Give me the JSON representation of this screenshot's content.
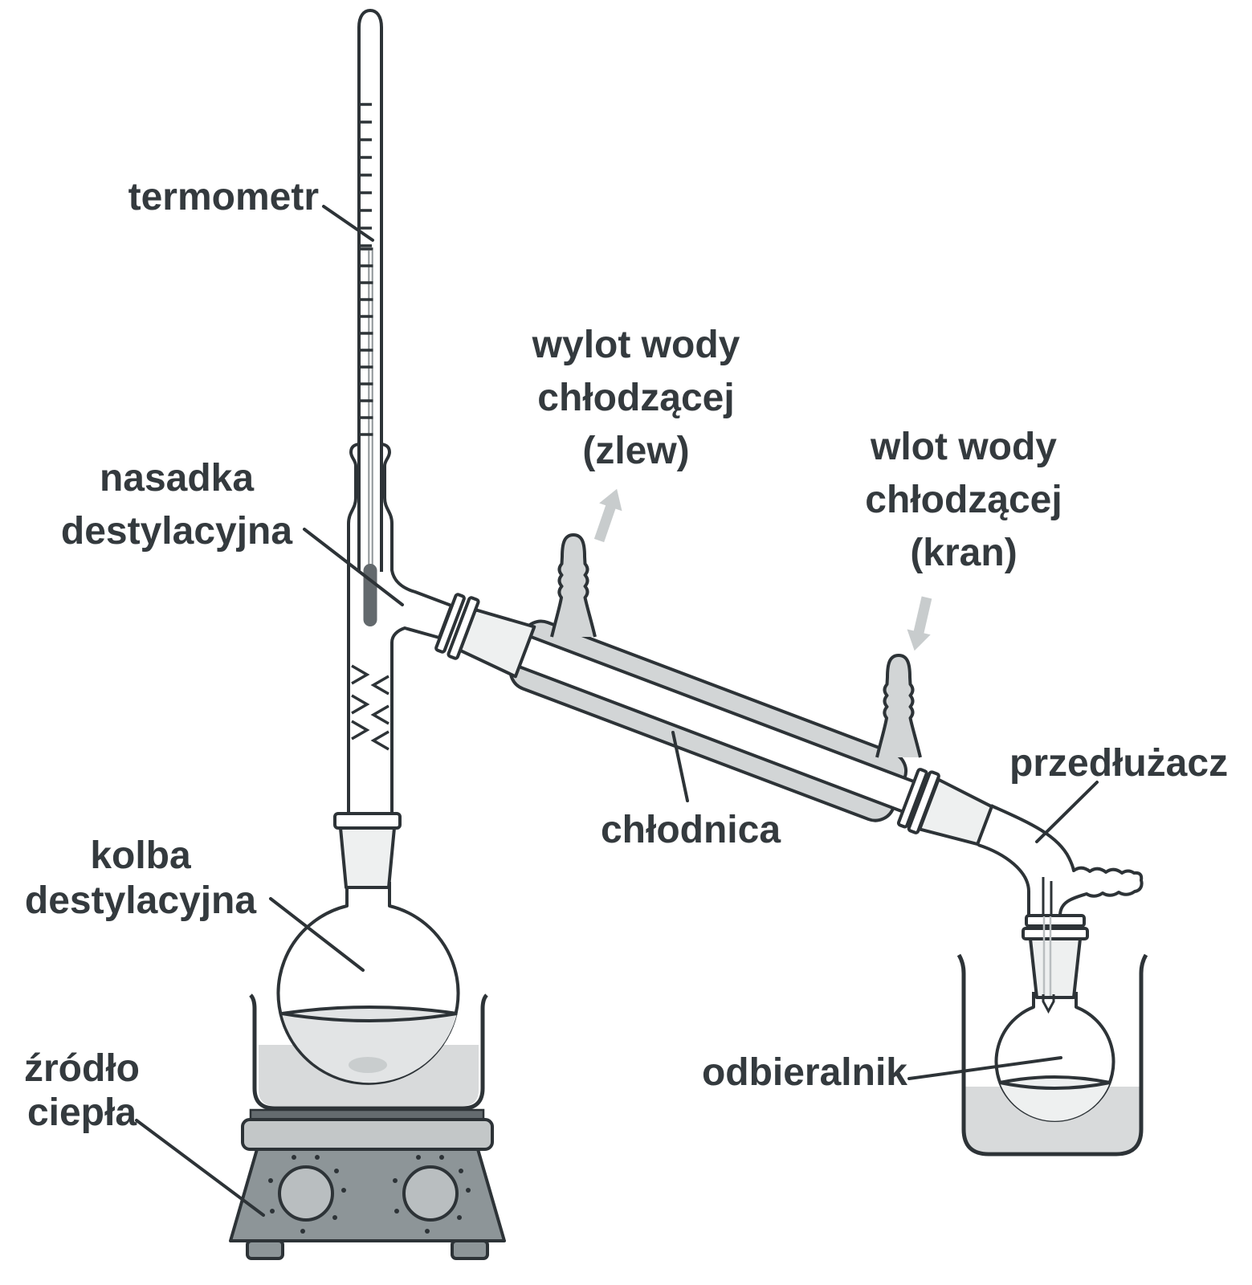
{
  "diagram": {
    "type": "simple-distillation-apparatus",
    "language": "pl",
    "colors": {
      "background": "#ffffff",
      "outline": "#2d3337",
      "label_text": "#343a3e",
      "condenser_jacket_gray": "#d2d5d6",
      "ground_joint_light": "#eef0f0",
      "water_gray": "#d8dadb",
      "flask_liquid": "#e2e4e5",
      "thermometer_bulb": "#63696d",
      "hotplate_body": "#8d9598",
      "hotplate_block": "#c3c7c8",
      "hotplate_strip": "#646b6f",
      "knob_gray": "#b9bec0",
      "arrow_gray": "#c8cccd"
    },
    "icons": {
      "water_outlet_arrow": "arrow-up-right",
      "water_inlet_arrow": "arrow-down-left"
    },
    "labels": {
      "termometr": "termometr",
      "nasadka_line1": "nasadka",
      "nasadka_line2": "destylacyjna",
      "wylot_line1": "wylot wody",
      "wylot_line2": "chłodzącej",
      "wylot_line3": "(zlew)",
      "wlot_line1": "wlot wody",
      "wlot_line2": "chłodzącej",
      "wlot_line3": "(kran)",
      "chlodnica": "chłodnica",
      "przedluzacz": "przedłużacz",
      "kolba_line1": "kolba",
      "kolba_line2": "destylacyjna",
      "odbieralnik": "odbieralnik",
      "zrodlo_line1": "źródło",
      "zrodlo_line2": "ciepła"
    }
  }
}
